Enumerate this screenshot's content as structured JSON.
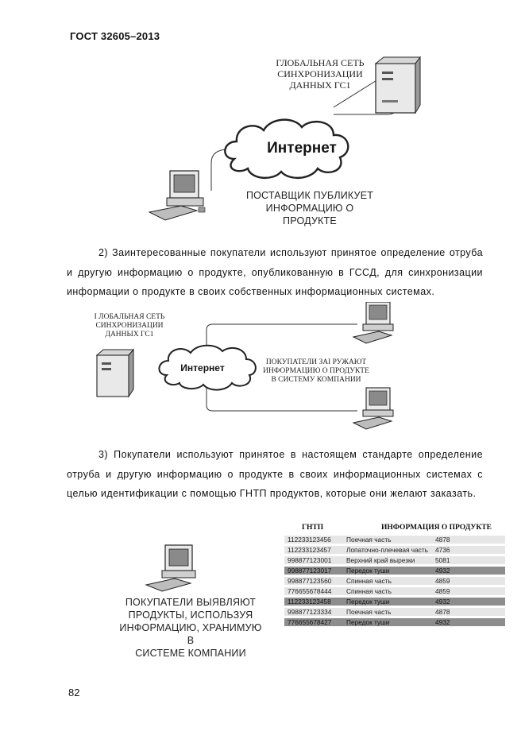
{
  "header": {
    "standard": "ГОСТ 32605–2013"
  },
  "diagram1": {
    "gs1_network_label": [
      "ГЛОБАЛЬНАЯ СЕТЬ",
      "СИНХРОНИЗАЦИИ",
      "ДАННЫХ ГС1"
    ],
    "internet_label": "Интернет",
    "supplier_caption": [
      "ПОСТАВЩИК ПУБЛИКУЕТ",
      "ИНФОРМАЦИЮ О ПРОДУКТЕ"
    ]
  },
  "paragraph2": "2) Заинтересованные покупатели используют принятое определение отруба и другую информацию о продукте, опубликованную в ГССД, для синхронизации информации о продукте в своих собственных информационных системах.",
  "diagram2": {
    "gs1_network_label": [
      "I ЛОБАЛЬНАЯ СЕТЬ",
      "СИНХРОНИЗАЦИИ",
      "ДАННЫХ ГС1"
    ],
    "internet_label": "Интернет",
    "buyers_caption": [
      "ПОКУПАТЕЛИ ЗАI РУЖАЮТ",
      "ИНФОРМАЦИЮ О ПРОДУКТЕ",
      "В СИСТЕМУ КОМПАНИИ"
    ]
  },
  "paragraph3": "3) Покупатели используют принятое в настоящем стандарте определение отруба и другую информацию о продукте в своих информационных системах с целью идентификации с помощью ГНТП продуктов, которые они желают заказать.",
  "diagram3": {
    "buyers_caption": [
      "ПОКУПАТЕЛИ ВЫЯВЛЯЮТ",
      "ПРОДУКТЫ, ИСПОЛЬЗУЯ",
      "ИНФОРМАЦИЮ, ХРАНИМУЮ В",
      "СИСТЕМЕ КОМПАНИИ"
    ],
    "table_headers": {
      "gtin": "ГНТП",
      "info": "ИНФОРМАЦИЯ О ПРОДУКТЕ"
    },
    "rows": [
      {
        "gtin": "112233123456",
        "name": "Поечная часть",
        "code": "4878",
        "style": "light"
      },
      {
        "gtin": "112233123457",
        "name": "Лопаточно-плечевая часть",
        "code": "4736",
        "style": "light"
      },
      {
        "gtin": "998877123001",
        "name": "Верхний край вырезки",
        "code": "5081",
        "style": "light"
      },
      {
        "gtin": "998877123017",
        "name": "Передок туши",
        "code": "4932",
        "style": "dark"
      },
      {
        "gtin": "998877123560",
        "name": "Спинная часть",
        "code": "4859",
        "style": "light"
      },
      {
        "gtin": "776655678444",
        "name": "Спинная часть",
        "code": "4859",
        "style": "light"
      },
      {
        "gtin": "112233123458",
        "name": "Передок туши",
        "code": "4932",
        "style": "dark"
      },
      {
        "gtin": "998877123334",
        "name": "Поечная часть",
        "code": "4878",
        "style": "light"
      },
      {
        "gtin": "776655678427",
        "name": "Передок туши",
        "code": "4932",
        "style": "dark"
      }
    ]
  },
  "footer": {
    "page_number": "82"
  }
}
